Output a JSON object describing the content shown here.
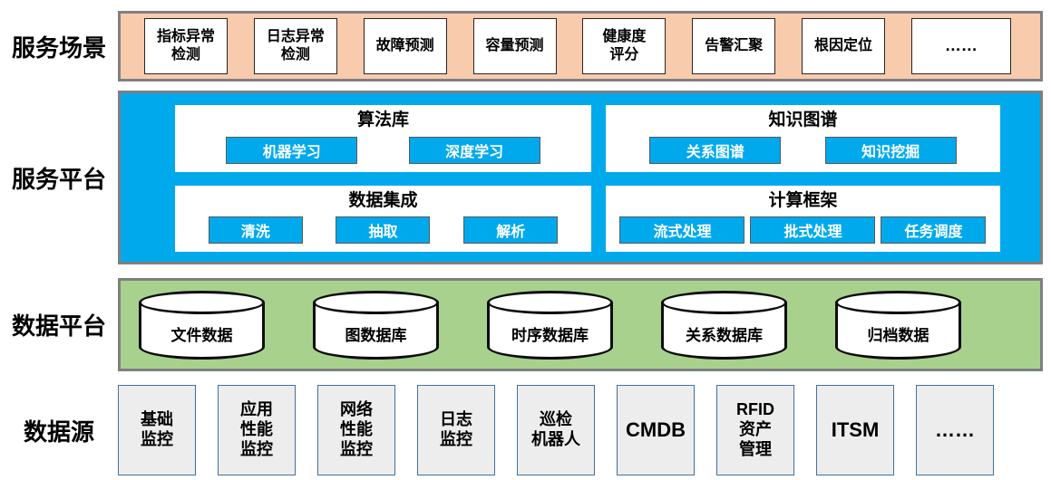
{
  "palette": {
    "orange": "#F8CBAD",
    "blue": "#00A9EC",
    "green": "#A9D18E",
    "source_fill": "#EDEDED",
    "source_border": "#41719C",
    "frame_border": "#7F7F7F",
    "box_border": "#262626",
    "button_text": "#FFFFFF",
    "text": "#000000"
  },
  "labels": {
    "scenarios": "服务场景",
    "platform": "服务平台",
    "data_platform": "数据平台",
    "sources": "数据源"
  },
  "scenarios": [
    "指标异常\n检测",
    "日志异常\n检测",
    "故障预测",
    "容量预测",
    "健康度\n评分",
    "告警汇聚",
    "根因定位",
    "……"
  ],
  "platform": {
    "panels": [
      {
        "title": "算法库",
        "buttons": [
          "机器学习",
          "深度学习"
        ]
      },
      {
        "title": "知识图谱",
        "buttons": [
          "关系图谱",
          "知识挖掘"
        ]
      },
      {
        "title": "数据集成",
        "buttons": [
          "清洗",
          "抽取",
          "解析"
        ]
      },
      {
        "title": "计算框架",
        "buttons": [
          "流式处理",
          "批式处理",
          "任务调度"
        ]
      }
    ]
  },
  "databases": [
    "文件数据",
    "图数据库",
    "时序数据库",
    "关系数据库",
    "归档数据"
  ],
  "sources": [
    "基础\n监控",
    "应用\n性能\n监控",
    "网络\n性能\n监控",
    "日志\n监控",
    "巡检\n机器人",
    "CMDB",
    "RFID\n资产\n管理",
    "ITSM",
    "……"
  ]
}
